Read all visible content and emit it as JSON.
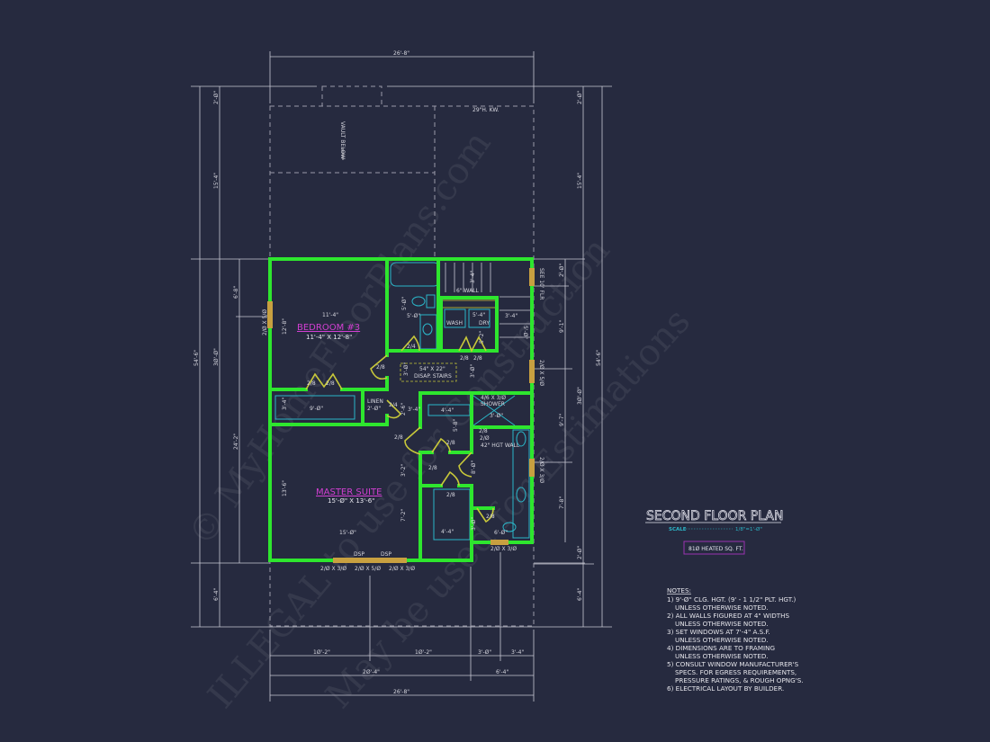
{
  "title": "SECOND FLOOR PLAN",
  "scale_label": "SCALE",
  "scale_value": "1/8\"=1'-Ø\"",
  "heated_sqft": "81Ø HEATED SQ. FT.",
  "notes_heading": "NOTES:",
  "notes": [
    "1) 9'-Ø\"  CLG. HGT. (9' - 1 1/2\" PLT. HGT.)",
    "UNLESS OTHERWISE NOTED.",
    "2) ALL  WALLS FIGURED AT 4\" WIDTHS",
    "UNLESS OTHERWISE NOTED.",
    "3) SET WINDOWS AT 7'-4\" A.S.F.",
    "UNLESS OTHERWISE NOTED.",
    "4) DIMENSIONS ARE TO FRAMING",
    "UNLESS OTHERWISE NOTED.",
    "5) CONSULT WINDOW MANUFACTURER'S",
    "SPECS. FOR EGRESS REQUIREMENTS,",
    "PRESSURE RATINGS, & ROUGH OPNG'S.",
    "6) ELECTRICAL LAYOUT BY BUILDER."
  ],
  "rooms": {
    "bedroom3": {
      "name": "BEDROOM #3",
      "size": "11'-4\" X 12'-8\""
    },
    "master": {
      "name": "MASTER SUITE",
      "size": "15'-Ø\" X 13'-6\""
    }
  },
  "labels": {
    "vault": "VAULT BELOW",
    "knee": "29\"H. KW.",
    "linen": "LINEN",
    "linen_w": "2'-Ø\"",
    "stairs": "54\" X 22\"",
    "stairs2": "DISAP. STAIRS",
    "wash": "WASH",
    "dry": "DRY",
    "wall6": "6\" WALL",
    "shower": "4/6 X 3/Ø",
    "shower2": "SHOWER",
    "wall42": "42\" HGT WALL",
    "dsp1": "DSP",
    "dsp2": "DSP",
    "win_b1": "2/Ø X 3/Ø",
    "win_b2": "2/Ø X 5/Ø",
    "win_b3": "2/Ø X 3/Ø",
    "win_r1": "2/Ø X 5/Ø",
    "win_r2": "2/Ø X 3/Ø",
    "win_bath": "2/Ø X 3/Ø",
    "win_l": "2/Ø X 5/Ø",
    "see_flr": "SEE 10' FLR"
  },
  "inner_dims": {
    "b3_w": "11'-4\"",
    "b3_h": "12'-8\"",
    "cl_w": "9'-Ø\"",
    "cl_h": "3'-4\"",
    "bath_w": "5'-Ø\"",
    "bath_h": "5'-Ø\"",
    "laundry_w": "5'-4\"",
    "laundry_h": "5'-2\"",
    "stair_w": "3'-4\"",
    "stair_h": "3'-4\"",
    "hall1": "3'-Ø\"",
    "hall2": "3'-Ø\"",
    "hall3": "3'-4\"",
    "hall4": "2'-6\"",
    "hall5": "3'-2\"",
    "hall6": "7'-2\"",
    "wic1_w": "4'-4\"",
    "wic1_h": "5'-8\"",
    "wic2_w": "4'-4\"",
    "mb_h": "8'-Ø\"",
    "mb_w": "6'-Ø\"",
    "wc_h": "3'-Ø\"",
    "sh_w": "3'-Ø\"",
    "ms_w": "15'-Ø\"",
    "ms_h": "13'-6\"",
    "door_dim": "5'-Ø\""
  },
  "doors": [
    "2/4",
    "2/8",
    "2/8",
    "2/8",
    "2/8",
    "2/8",
    "2/4",
    "2/8",
    "2/8",
    "2/8",
    "2/8",
    "2/8",
    "2/8",
    "2/Ø"
  ],
  "dims": {
    "top": "26'-8\"",
    "bottom": [
      "1Ø'-2\"",
      "1Ø'-2\"",
      "3'-Ø\"",
      "3'-4\""
    ],
    "bottom2": [
      "2Ø'-4\"",
      "6'-4\""
    ],
    "bottom3": "26'-8\"",
    "left_total": "54'-6\"",
    "left": [
      "2'-Ø\"",
      "15'-4\"",
      "3Ø'-Ø\"",
      "6'-4\""
    ],
    "left_inner": [
      "6'-8\"",
      "24'-2\""
    ],
    "right_total": "54'-6\"",
    "right": [
      "2'-Ø\"",
      "15'-4\"",
      "3Ø'-Ø\"",
      "2'-Ø\"",
      "6'-4\""
    ],
    "right_inner": [
      "2'-Ø\"",
      "9'-1\"",
      "9'-7\"",
      "7'-8\""
    ]
  },
  "watermark": [
    "© MyHomeFloorPlans.com",
    "ILLEGAL to use for Construction",
    "May be used for Estimations"
  ],
  "colors": {
    "background": "#262a3f",
    "walls": "#2ee62e",
    "doors": "#c8c83a",
    "fixtures": "#2bb7c9",
    "room_labels": "#d23fd2"
  }
}
